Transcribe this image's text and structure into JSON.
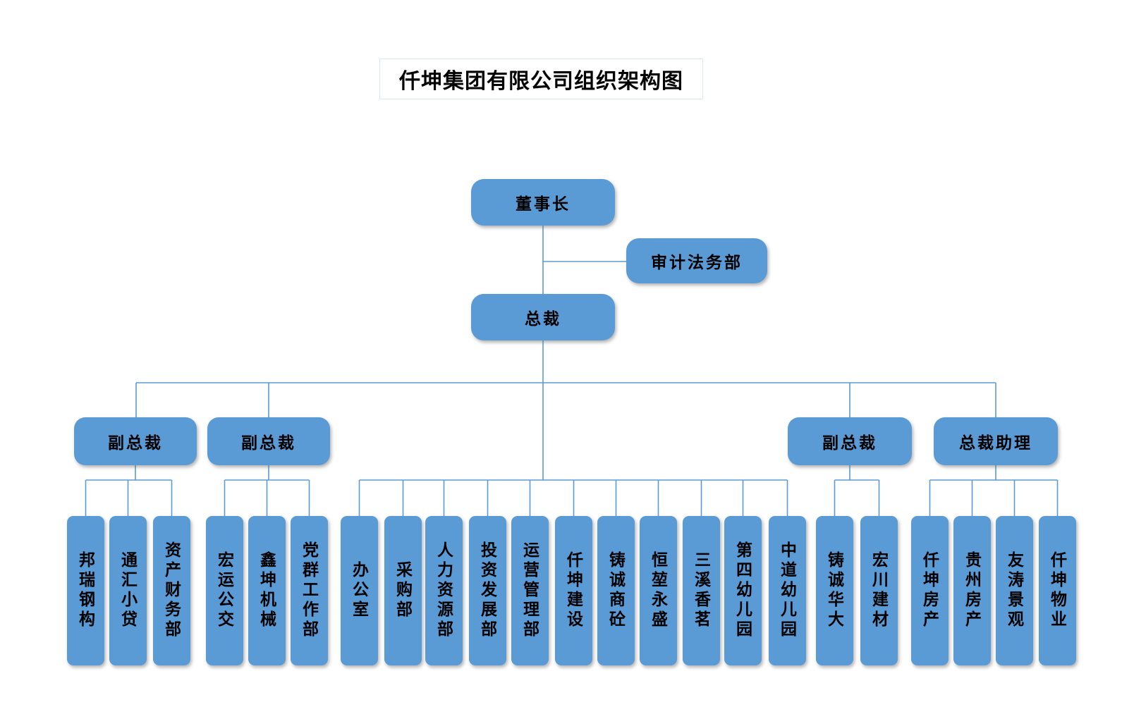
{
  "title": "仟坤集团有限公司组织架构图",
  "nodes": {
    "chairman": "董事长",
    "audit_legal": "审计法务部",
    "president": "总裁",
    "vp1": "副总裁",
    "vp2": "副总裁",
    "vp3": "副总裁",
    "assistant": "总裁助理"
  },
  "departments": {
    "vp1": [
      "邦瑞钢构",
      "通汇小贷",
      "资产财务部"
    ],
    "vp2": [
      "宏运公交",
      "鑫坤机械",
      "党群工作部"
    ],
    "president": [
      "办公室",
      "采购部",
      "人力资源部",
      "投资发展部",
      "运营管理部",
      "仟坤建设",
      "铸诚商砼",
      "恒堃永盛",
      "三溪香茗",
      "第四幼儿园",
      "中道幼儿园"
    ],
    "vp3": [
      "铸诚华大",
      "宏川建材"
    ],
    "assistant": [
      "仟坤房产",
      "贵州房产",
      "友涛景观",
      "仟坤物业"
    ]
  },
  "colors": {
    "node_fill": "#5b9bd5",
    "connector": "#5b9bd5",
    "title_border": "#dce6f2",
    "text": "#000000"
  }
}
